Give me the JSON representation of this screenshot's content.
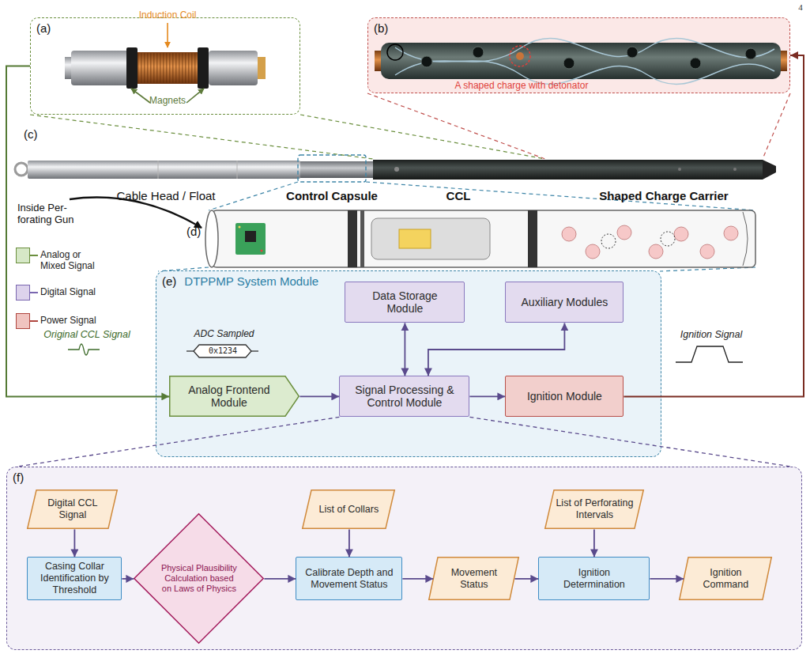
{
  "diagram": {
    "nodes": [
      {
        "text": [
          "(a)"
        ]
      },
      {
        "text": [
          "(b)"
        ]
      },
      {
        "text": [
          "(e)",
          "DTPPMP System Module"
        ]
      },
      {
        "text": [
          "Data Storage Module"
        ],
        "in": 2
      },
      {
        "text": [
          "Auxiliary Modules"
        ],
        "in": 2
      },
      {
        "text": [
          "Analog Frontend Module"
        ],
        "in": 2
      },
      {
        "text": [
          "Signal Processing & Control Module"
        ],
        "in": 2
      },
      {
        "text": [
          "Ignition Module"
        ],
        "in": 2
      },
      {
        "text": [
          "(f)"
        ]
      },
      {
        "text": [
          "Digital CCL Signal"
        ],
        "in": 8
      },
      {
        "text": [
          "List of Collars"
        ],
        "in": 8
      },
      {
        "text": [
          "List of Perforating Intervals"
        ],
        "in": 8
      },
      {
        "text": [
          "Casing Collar Identification by Threshold"
        ],
        "in": 8
      },
      {
        "text": [
          "Physical Plausibility Calculation based on Laws of Physics"
        ],
        "in": 8
      },
      {
        "text": [
          "Calibrate Depth and Movement Status"
        ],
        "in": 8
      },
      {
        "text": [
          "Movement Status"
        ],
        "in": 8
      },
      {
        "text": [
          "Ignition Determination"
        ],
        "in": 8
      },
      {
        "text": [
          "Ignition Command"
        ],
        "in": 8
      }
    ],
    "edges": [
      {
        "from": 0,
        "to": 5,
        "arrow": "to"
      },
      {
        "from": 5,
        "to": 6,
        "arrow": "to"
      },
      {
        "from": 6,
        "to": 3,
        "arrow": "both"
      },
      {
        "from": 6,
        "to": 4,
        "arrow": "both"
      },
      {
        "from": 6,
        "to": 7,
        "arrow": "to"
      },
      {
        "from": 7,
        "to": 1,
        "arrow": "to"
      },
      {
        "from": 6,
        "to": 8,
        "arrow": "none"
      },
      {
        "from": 9,
        "to": 12,
        "arrow": "to"
      },
      {
        "from": 12,
        "to": 13,
        "arrow": "to"
      },
      {
        "from": 13,
        "to": 14,
        "arrow": "to"
      },
      {
        "from": 10,
        "to": 14,
        "arrow": "to"
      },
      {
        "from": 14,
        "to": 15,
        "arrow": "to"
      },
      {
        "from": 15,
        "to": 16,
        "arrow": "to"
      },
      {
        "from": 11,
        "to": 16,
        "arrow": "to"
      },
      {
        "from": 16,
        "to": 17,
        "arrow": "to"
      }
    ],
    "labels": [
      "4",
      "Induction Coil",
      "Magnets",
      "A shaped charge with detonator",
      "(c)",
      "Cable Head / Float",
      "Control Capsule",
      "CCL",
      "Shaped Charge Carrier",
      "Inside Per- forating Gun",
      "(d)",
      "Original CCL Signal",
      "ADC Sampled",
      "0x1234",
      "Ignition Signal"
    ],
    "legend": [
      {
        "text": "Analog or Mixed Signal",
        "color": "#d6e8c7"
      },
      {
        "text": "Digital Signal",
        "color": "#ddd3ec"
      },
      {
        "text": "Power Signal",
        "color": "#f0c4c0"
      }
    ]
  }
}
